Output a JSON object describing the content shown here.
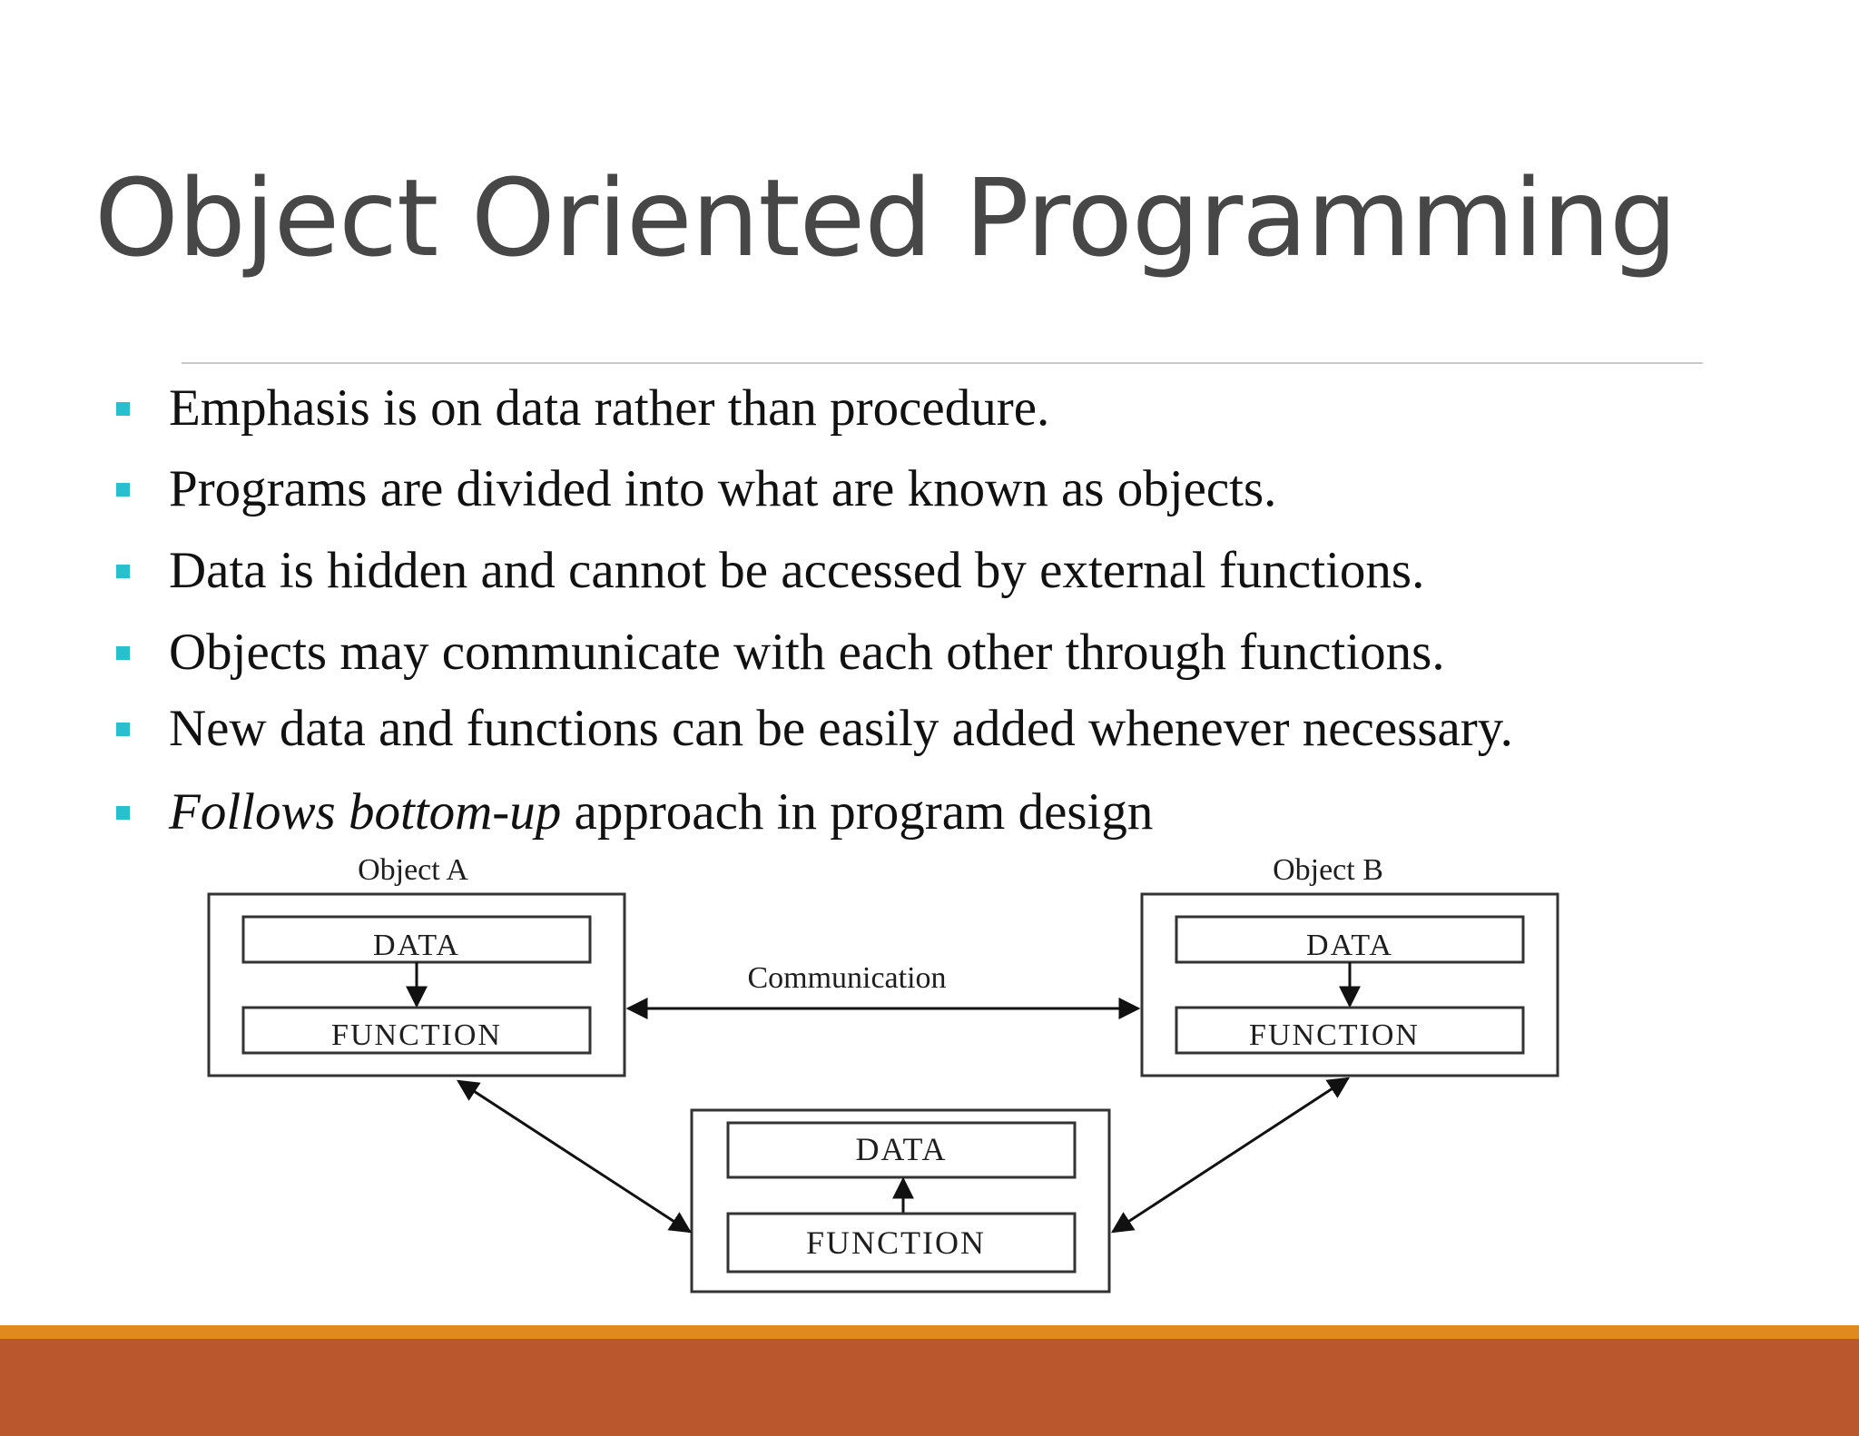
{
  "slide": {
    "title": "Object Oriented Programming",
    "bullets": [
      {
        "text": "Emphasis is on data rather than procedure."
      },
      {
        "text": "Programs are divided into what are known as objects."
      },
      {
        "text": "Data is hidden and cannot be accessed by external functions."
      },
      {
        "text": "Objects may communicate with each other through functions."
      },
      {
        "text": "New data and functions can be easily added whenever necessary."
      },
      {
        "text_italic": "Follows bottom-up",
        "text": " approach in program design"
      }
    ]
  },
  "diagram": {
    "object_a": {
      "label": "Object A",
      "data": "DATA",
      "function": "FUNCTION"
    },
    "object_b": {
      "label": "Object B",
      "data": "DATA",
      "function": "FUNCTION"
    },
    "object_c": {
      "data": "DATA",
      "function": "FUNCTION"
    },
    "communication_label": "Communication"
  },
  "colors": {
    "bullet_marker": "#28bfcf",
    "footer_accent": "#e08a1e",
    "footer_bar": "#bb572d",
    "title_text": "#474747"
  }
}
